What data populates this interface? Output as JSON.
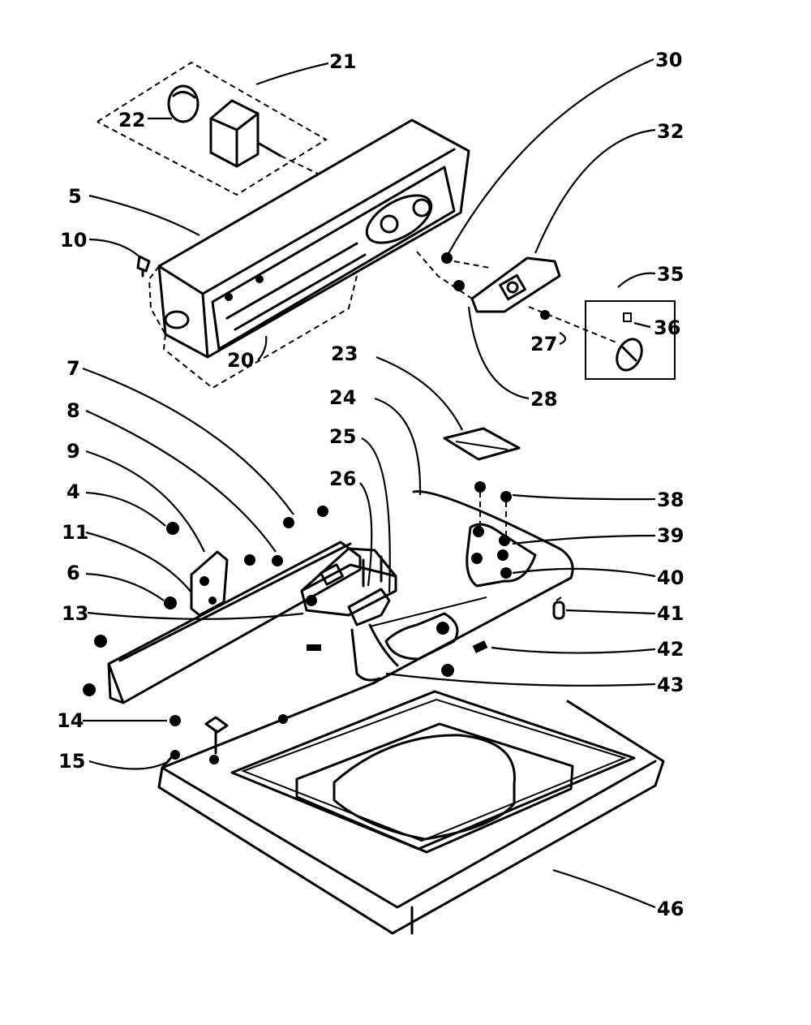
{
  "diagram": {
    "callouts": [
      {
        "id": "c21",
        "text": "21"
      },
      {
        "id": "c22",
        "text": "22"
      },
      {
        "id": "c5",
        "text": "5"
      },
      {
        "id": "c10",
        "text": "10"
      },
      {
        "id": "c20",
        "text": "20"
      },
      {
        "id": "c30",
        "text": "30"
      },
      {
        "id": "c32",
        "text": "32"
      },
      {
        "id": "c35",
        "text": "35"
      },
      {
        "id": "c36",
        "text": "36"
      },
      {
        "id": "c27",
        "text": "27"
      },
      {
        "id": "c28",
        "text": "28"
      },
      {
        "id": "c23",
        "text": "23"
      },
      {
        "id": "c24",
        "text": "24"
      },
      {
        "id": "c25",
        "text": "25"
      },
      {
        "id": "c26",
        "text": "26"
      },
      {
        "id": "c7",
        "text": "7"
      },
      {
        "id": "c8",
        "text": "8"
      },
      {
        "id": "c9",
        "text": "9"
      },
      {
        "id": "c4",
        "text": "4"
      },
      {
        "id": "c11",
        "text": "11"
      },
      {
        "id": "c6",
        "text": "6"
      },
      {
        "id": "c13",
        "text": "13"
      },
      {
        "id": "c14",
        "text": "14"
      },
      {
        "id": "c15",
        "text": "15"
      },
      {
        "id": "c38",
        "text": "38"
      },
      {
        "id": "c39",
        "text": "39"
      },
      {
        "id": "c40",
        "text": "40"
      },
      {
        "id": "c41",
        "text": "41"
      },
      {
        "id": "c42",
        "text": "42"
      },
      {
        "id": "c43",
        "text": "43"
      },
      {
        "id": "c46",
        "text": "46"
      }
    ]
  }
}
